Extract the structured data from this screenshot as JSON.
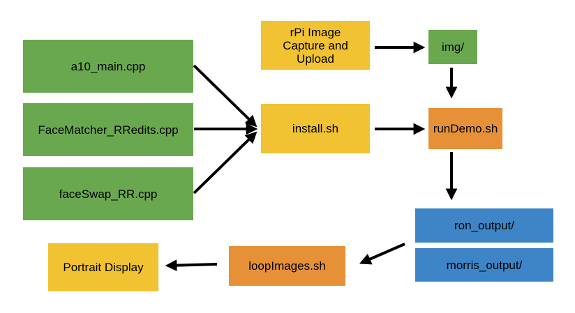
{
  "colors": {
    "green": "#6aa84f",
    "yellow": "#f1c232",
    "orange": "#e69138",
    "blue": "#3d85c6",
    "arrow": "#000000"
  },
  "nodes": {
    "a10_main": "a10_main.cpp",
    "facematcher": "FaceMatcher_RRedits.cpp",
    "faceswap": "faceSwap_RR.cpp",
    "rpi_capture": "rPi Image\nCapture and\nUpload",
    "install": "install.sh",
    "img_dir": "img/",
    "rundemo": "runDemo.sh",
    "ron_output": "ron_output/",
    "morris_output": "morris_output/",
    "loopimages": "loopImages.sh",
    "portrait_display": "Portrait Display"
  },
  "edges": [
    {
      "from": "a10_main",
      "to": "install"
    },
    {
      "from": "facematcher",
      "to": "install"
    },
    {
      "from": "faceswap",
      "to": "install"
    },
    {
      "from": "rpi_capture",
      "to": "img_dir"
    },
    {
      "from": "img_dir",
      "to": "rundemo"
    },
    {
      "from": "install",
      "to": "rundemo"
    },
    {
      "from": "rundemo",
      "to": "ron_output"
    },
    {
      "from": "ron_output",
      "to": "loopimages"
    },
    {
      "from": "loopimages",
      "to": "portrait_display"
    }
  ]
}
